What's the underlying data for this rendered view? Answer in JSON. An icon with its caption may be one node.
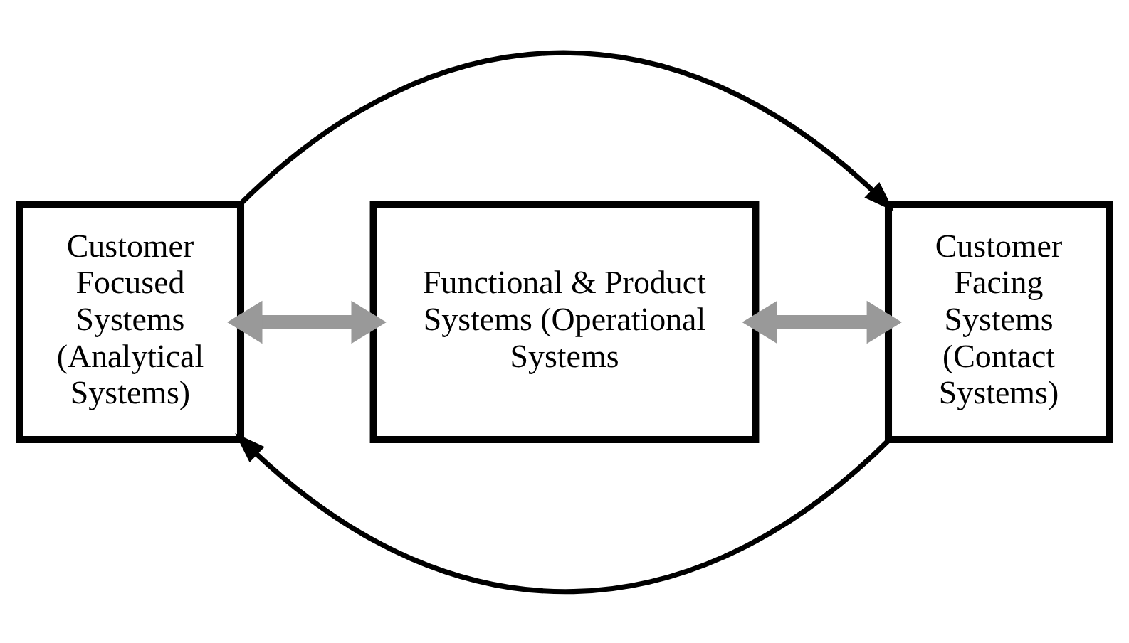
{
  "diagram": {
    "nodes": [
      {
        "text": [
          "Customer Focused Systems (Analytical Systems)"
        ]
      },
      {
        "text": [
          "Functional & Product Systems (Operational Systems"
        ]
      },
      {
        "text": [
          "Customer Facing Systems (Contact Systems)"
        ]
      }
    ],
    "edges": [
      {
        "from": 0,
        "to": 2,
        "arrow": "to"
      },
      {
        "from": 2,
        "to": 0,
        "arrow": "to"
      },
      {
        "from": 0,
        "to": 1,
        "arrow": "both",
        "style": "thick",
        "color": "#999999"
      },
      {
        "from": 1,
        "to": 2,
        "arrow": "both",
        "style": "thick",
        "color": "#999999"
      }
    ]
  }
}
